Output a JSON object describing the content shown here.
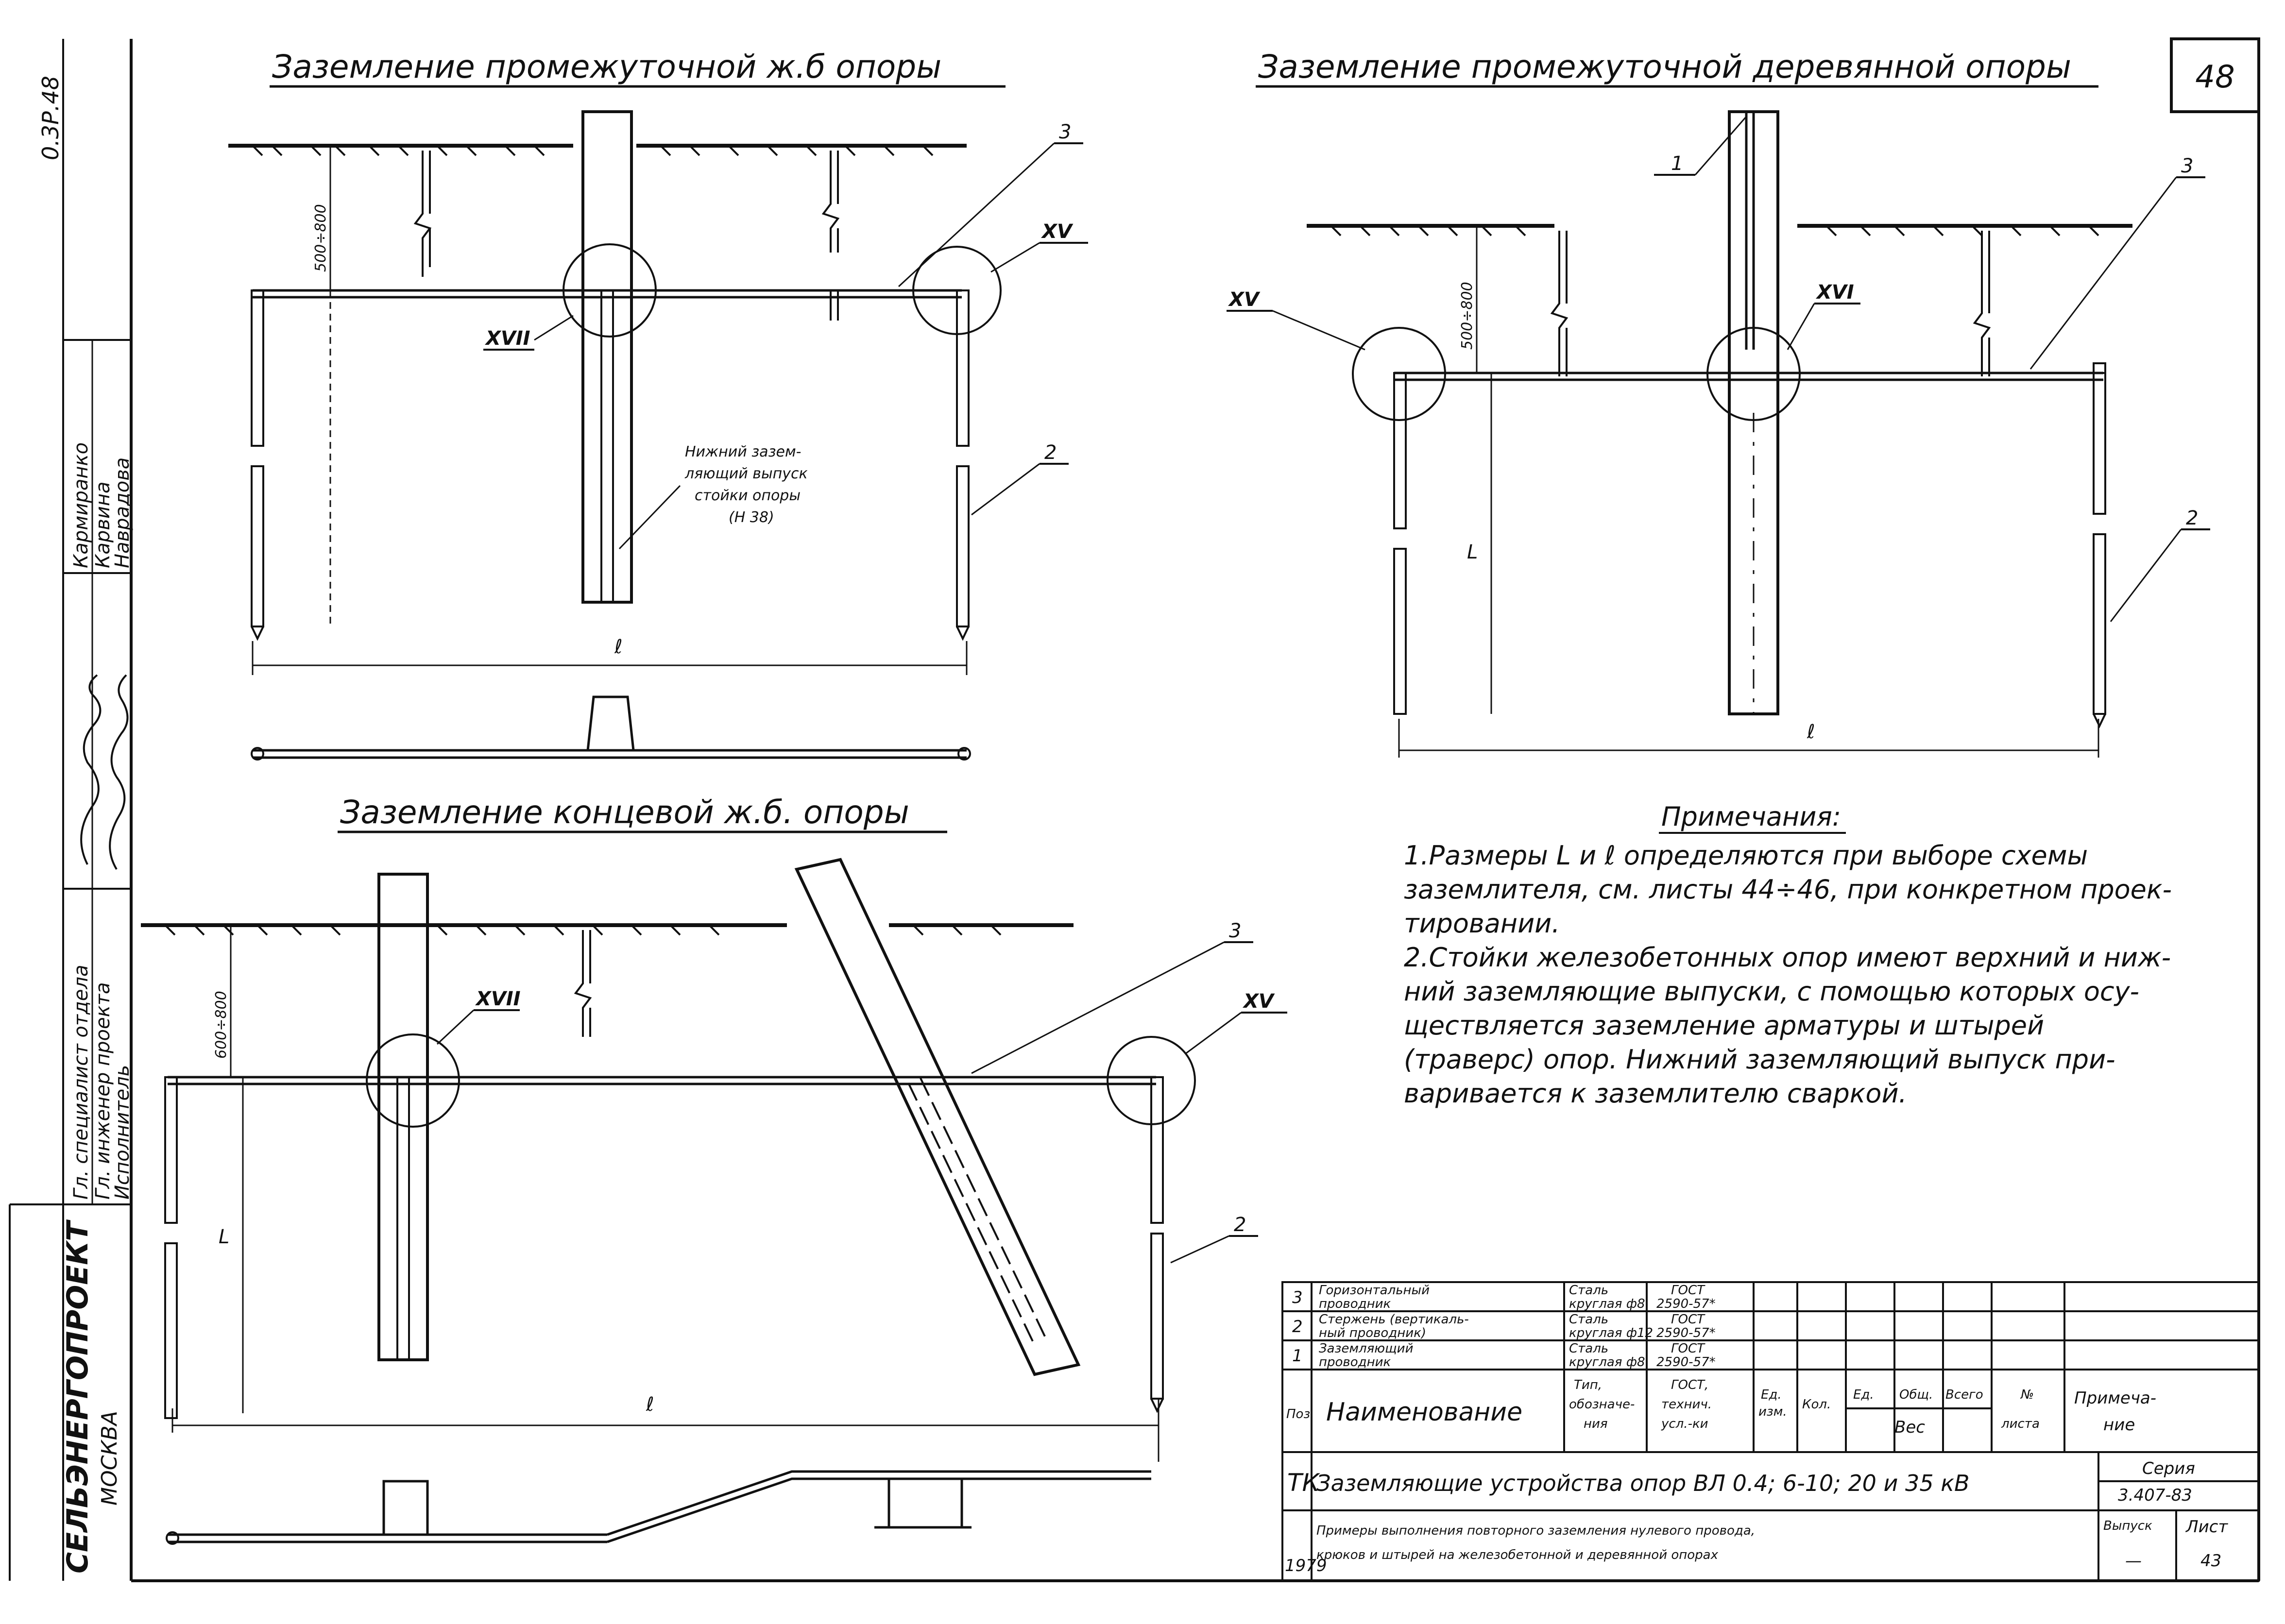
{
  "sheet_number": "48",
  "margin_stamp": {
    "code": "0.3Р.48",
    "org": "СЕЛЬЭНЕРГОПРОЕКТ",
    "city": "МОСКВА",
    "roles": [
      "Гл. специалист отдела",
      "Гл. инженер проекта",
      "Исполнитель"
    ],
    "names": [
      "Кармиранко",
      "Карвина",
      "Наврадова"
    ]
  },
  "views": {
    "rc_intermediate": {
      "title": "Заземление промежуточной ж.б опоры",
      "depth_dim": "500÷800",
      "callout_xvii": "XVII",
      "callout_xv": "XV",
      "pos_3": "3",
      "pos_2": "2",
      "dim_l": "ℓ",
      "note_lines": [
        "Нижний зазем-",
        "ляющий выпуск",
        "стойки опоры",
        "(Н 38)"
      ]
    },
    "wood_intermediate": {
      "title": "Заземление промежуточной деревянной опоры",
      "depth_dim": "500÷800",
      "callout_xv": "XV",
      "callout_xvi": "XVI",
      "pos_1": "1",
      "pos_3": "3",
      "pos_2": "2",
      "dim_L": "L",
      "dim_l": "ℓ"
    },
    "rc_terminal": {
      "title": "Заземление концевой ж.б. опоры",
      "depth_dim": "600÷800",
      "callout_xvii": "XVII",
      "callout_xv": "XV",
      "pos_3": "3",
      "pos_2": "2",
      "dim_L": "L",
      "dim_l": "ℓ"
    }
  },
  "notes": {
    "heading": "Примечания:",
    "lines": [
      "1.Размеры L и ℓ определяются при выборе схемы",
      "заземлителя, см. листы 44÷46, при конкретном проек-",
      "тировании.",
      "2.Стойки железобетонных опор имеют верхний и ниж-",
      "ний заземляющие выпуски, с помощью которых осу-",
      "ществляется заземление арматуры и штырей",
      "(траверс) опор. Нижний заземляющий выпуск при-",
      "варивается к заземлителю сваркой."
    ]
  },
  "spec_table": {
    "rows": [
      {
        "pos": "3",
        "name": [
          "Горизонтальный",
          "проводник"
        ],
        "type": [
          "Сталь",
          "круглая ф8"
        ],
        "gost": [
          "ГОСТ",
          "2590-57*"
        ]
      },
      {
        "pos": "2",
        "name": [
          "Стержень (вертикаль-",
          "ный проводник)"
        ],
        "type": [
          "Сталь",
          "круглая ф12"
        ],
        "gost": [
          "ГОСТ",
          "2590-57*"
        ]
      },
      {
        "pos": "1",
        "name": [
          "Заземляющий",
          "проводник"
        ],
        "type": [
          "Сталь",
          "круглая ф8"
        ],
        "gost": [
          "ГОСТ",
          "2590-57*"
        ]
      }
    ],
    "header": {
      "pos": "Поз.",
      "name": "Наименование",
      "type": [
        "Тип,",
        "обозначе-",
        "ния"
      ],
      "gost": [
        "ГОСТ,",
        "технич.",
        "усл.-ки"
      ],
      "unit": [
        "Ед.",
        "изм."
      ],
      "qty": "Кол.",
      "w_unit": "Ед.",
      "w_total": "Общ.",
      "w_all": "Всего",
      "weight": "Вес",
      "sheet_no": [
        "№",
        "листа"
      ],
      "remark": [
        "Примеча-",
        "ние"
      ]
    }
  },
  "title_block": {
    "org": "ТК",
    "year": "1979",
    "title": "Заземляющие устройства опор ВЛ 0.4; 6-10; 20 и 35 кВ",
    "subtitle": [
      "Примеры выполнения повторного заземления нулевого провода,",
      "крюков и штырей на железобетонной и деревянной опорах"
    ],
    "series_label": "Серия",
    "series_value": "3.407-83",
    "issue_label": "Выпуск",
    "issue_value": "—",
    "sheet_label": "Лист",
    "sheet_value": "43"
  }
}
